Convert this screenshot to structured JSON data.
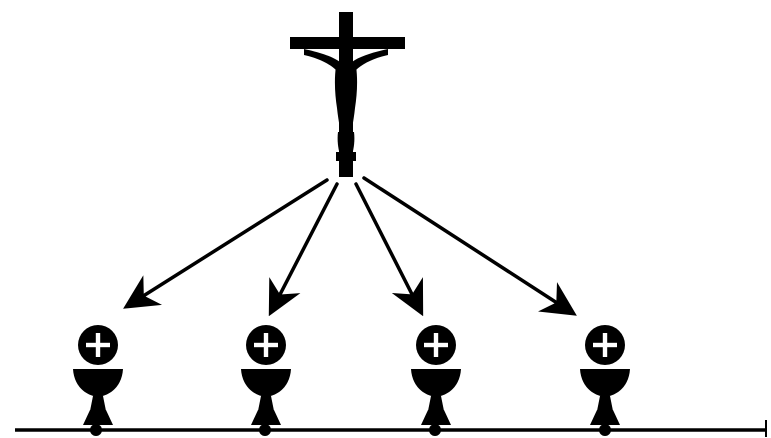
{
  "diagram": {
    "figure_count": 4,
    "colors": {
      "ink": "#000000",
      "paper": "#ffffff"
    },
    "icons": {
      "top": "crucifix-icon",
      "bottom": "chalice-with-host-icon",
      "connector": "arrow"
    },
    "timeline": {
      "markers": 4,
      "end_tick": true
    }
  }
}
